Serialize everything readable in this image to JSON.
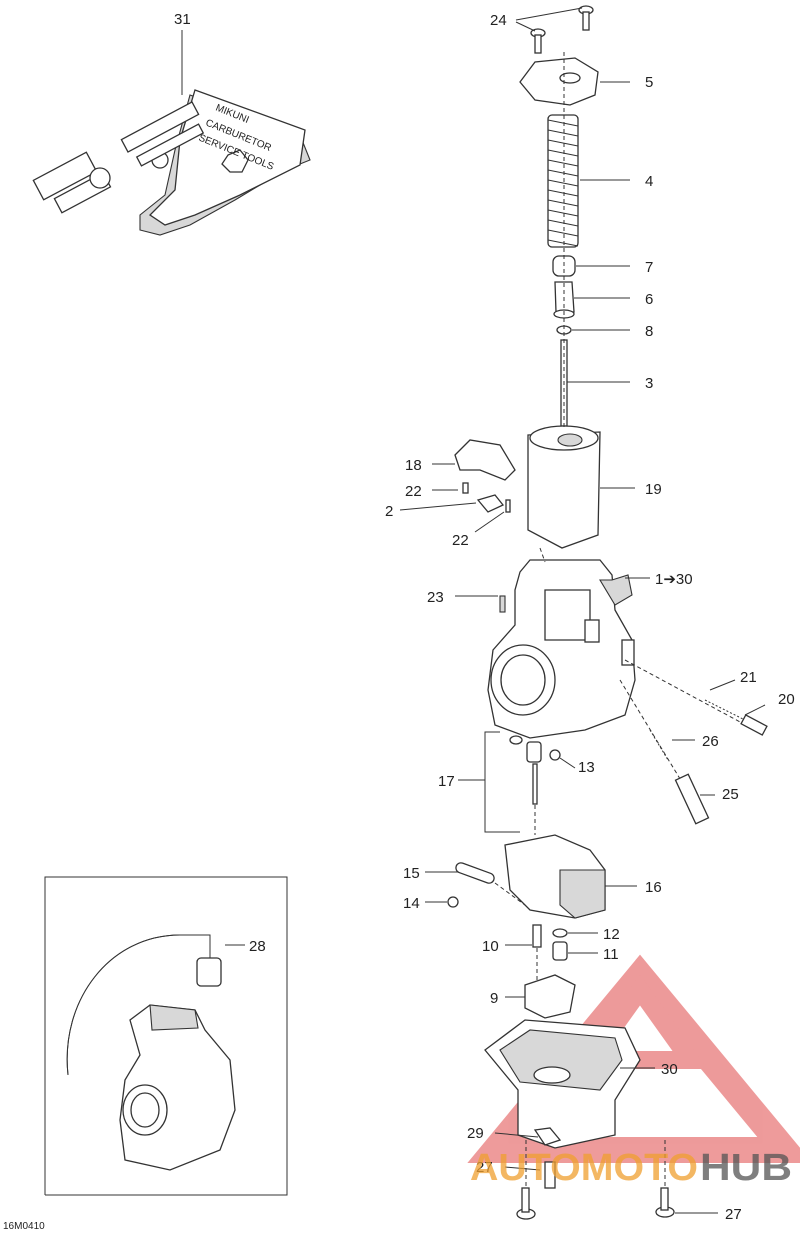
{
  "diagram": {
    "drawing_code": "16M0410",
    "callouts": [
      {
        "id": "c31",
        "text": "31"
      },
      {
        "id": "c24",
        "text": "24"
      },
      {
        "id": "c5",
        "text": "5"
      },
      {
        "id": "c4",
        "text": "4"
      },
      {
        "id": "c7",
        "text": "7"
      },
      {
        "id": "c6",
        "text": "6"
      },
      {
        "id": "c8",
        "text": "8"
      },
      {
        "id": "c3",
        "text": "3"
      },
      {
        "id": "c18",
        "text": "18"
      },
      {
        "id": "c19",
        "text": "19"
      },
      {
        "id": "c22a",
        "text": "22"
      },
      {
        "id": "c2",
        "text": "2"
      },
      {
        "id": "c22b",
        "text": "22"
      },
      {
        "id": "c1-30",
        "text": "1➔30"
      },
      {
        "id": "c23",
        "text": "23"
      },
      {
        "id": "c21",
        "text": "21"
      },
      {
        "id": "c20",
        "text": "20"
      },
      {
        "id": "c26",
        "text": "26"
      },
      {
        "id": "c13",
        "text": "13"
      },
      {
        "id": "c17",
        "text": "17"
      },
      {
        "id": "c25",
        "text": "25"
      },
      {
        "id": "c15",
        "text": "15"
      },
      {
        "id": "c16",
        "text": "16"
      },
      {
        "id": "c14",
        "text": "14"
      },
      {
        "id": "c12",
        "text": "12"
      },
      {
        "id": "c10",
        "text": "10"
      },
      {
        "id": "c11",
        "text": "11"
      },
      {
        "id": "c28",
        "text": "28"
      },
      {
        "id": "c9",
        "text": "9"
      },
      {
        "id": "c30",
        "text": "30"
      },
      {
        "id": "c29",
        "text": "29"
      },
      {
        "id": "c27a",
        "text": "27"
      },
      {
        "id": "c27b",
        "text": "27"
      }
    ],
    "tool_kit_lettering": [
      "MIKUNI",
      "CARBURETOR",
      "SERVICE TOOLS"
    ],
    "watermark": {
      "left": "AUTOMOTO",
      "right": "HUB",
      "red": "#e04848",
      "orange": "#f0a030",
      "grey": "#555555"
    }
  }
}
